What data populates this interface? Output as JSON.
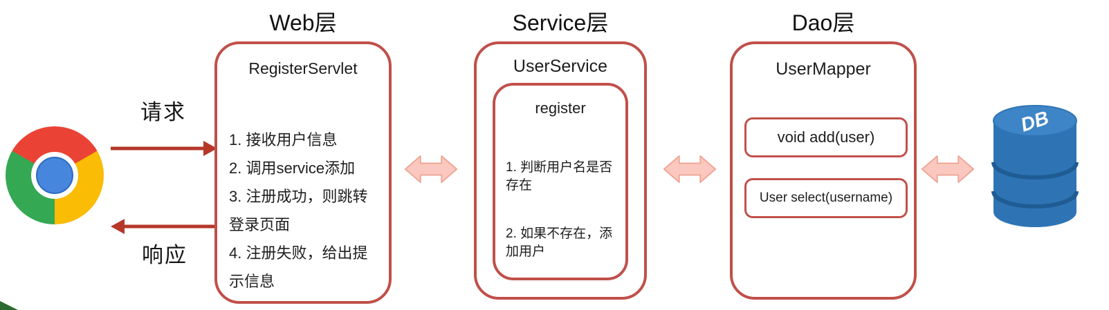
{
  "diagram": {
    "client": {
      "request_label": "请求",
      "response_label": "响应"
    },
    "web_layer": {
      "title": "Web层",
      "component": "RegisterServlet",
      "steps": [
        "1. 接收用户信息",
        "2. 调用service添加",
        "3. 注册成功，则跳转登录页面",
        "4. 注册失败，给出提示信息"
      ]
    },
    "service_layer": {
      "title": "Service层",
      "component": "UserService",
      "method": "register",
      "steps": [
        "1. 判断用户名是否存在",
        "2. 如果不存在，添加用户"
      ]
    },
    "dao_layer": {
      "title": "Dao层",
      "component": "UserMapper",
      "methods": [
        "void add(user)",
        "User select(username)"
      ]
    },
    "database": {
      "label": "DB"
    },
    "colors": {
      "box_border": "#c0504a",
      "flow_arrow_fill": "#fac8bf",
      "flow_arrow_edge": "#efa595",
      "request_arrow_red": "#b63728",
      "db_blue": "#2e74b5"
    }
  }
}
